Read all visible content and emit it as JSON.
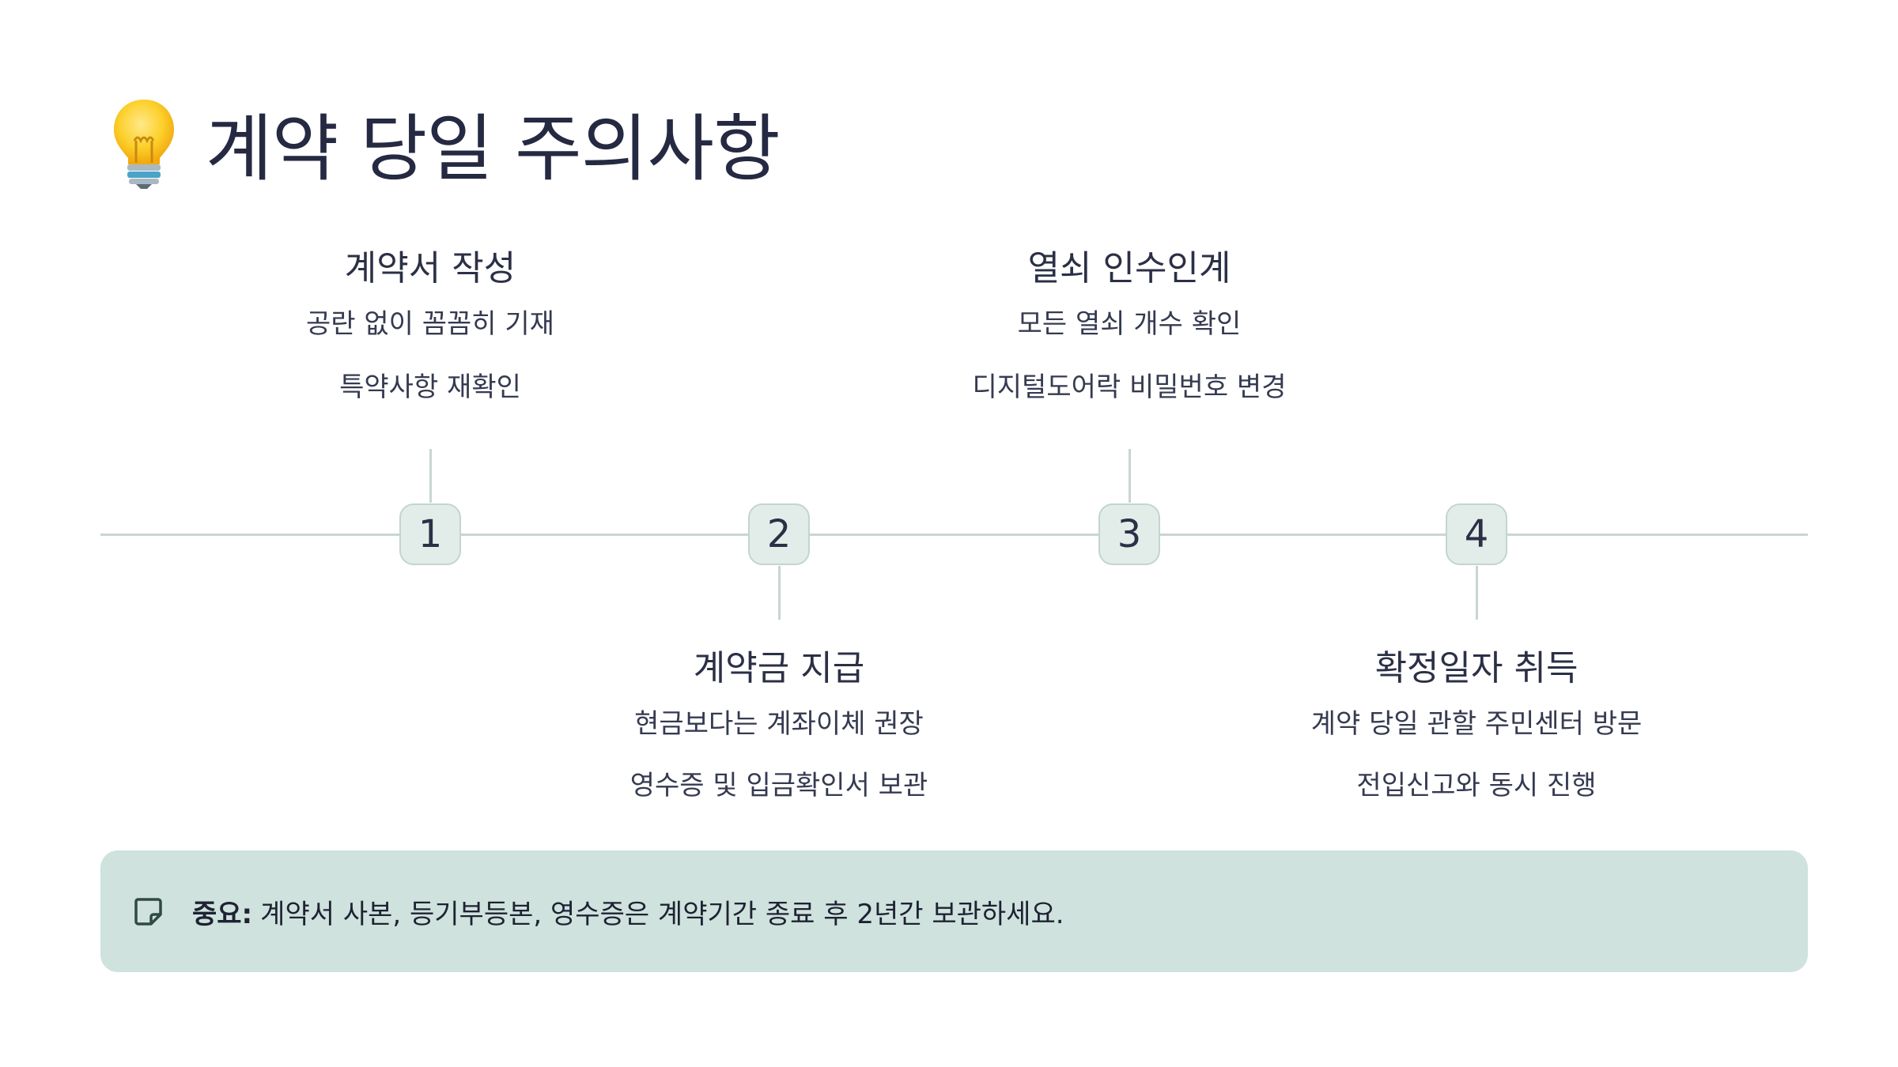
{
  "title": "계약 당일 주의사항",
  "icon": "light-bulb-icon",
  "steps": [
    {
      "number": "1",
      "title": "계약서 작성",
      "details": [
        "공란 없이 꼼꼼히 기재",
        "특약사항 재확인"
      ]
    },
    {
      "number": "2",
      "title": "계약금 지급",
      "details": [
        "현금보다는 계좌이체 권장",
        "영수증 및 입금확인서 보관"
      ]
    },
    {
      "number": "3",
      "title": "열쇠 인수인계",
      "details": [
        "모든 열쇠 개수 확인",
        "디지털도어락 비밀번호 변경"
      ]
    },
    {
      "number": "4",
      "title": "확정일자 취득",
      "details": [
        "계약 당일 관할 주민센터 방문",
        "전입신고와 동시 진행"
      ]
    }
  ],
  "note": {
    "icon": "sticky-note-icon",
    "label": "중요:",
    "text": "계약서 사본, 등기부등본, 영수증은 계약기간 종료 후 2년간 보관하세요."
  },
  "colors": {
    "title": "#252a42",
    "line": "#c8d6d2",
    "node_fill": "#e2ede9",
    "note_bg": "#cfe2dd"
  }
}
